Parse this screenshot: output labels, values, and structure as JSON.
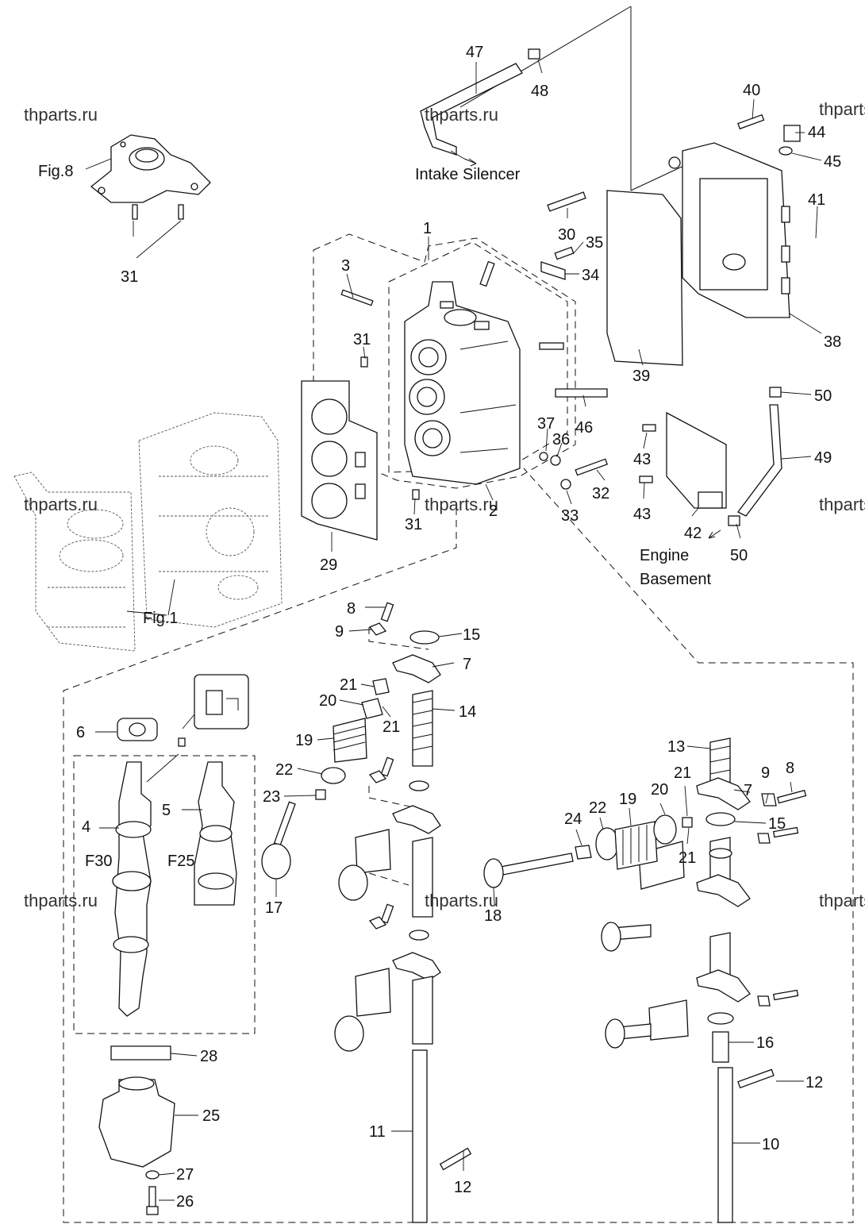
{
  "watermark": "thparts.ru",
  "figure_refs": {
    "fig8": "Fig.8",
    "fig1": "Fig.1"
  },
  "notes": {
    "intake_silencer": "Intake Silencer",
    "engine_basement_1": "Engine",
    "engine_basement_2": "Basement"
  },
  "variants": {
    "f30": "F30",
    "f25": "F25"
  },
  "callouts": [
    "1",
    "2",
    "3",
    "4",
    "5",
    "6",
    "7",
    "8",
    "9",
    "10",
    "11",
    "12",
    "13",
    "14",
    "15",
    "16",
    "17",
    "18",
    "19",
    "20",
    "21",
    "22",
    "23",
    "24",
    "25",
    "26",
    "27",
    "28",
    "29",
    "30",
    "31",
    "32",
    "33",
    "34",
    "35",
    "36",
    "37",
    "38",
    "39",
    "40",
    "41",
    "42",
    "43",
    "44",
    "45",
    "46",
    "47",
    "48",
    "49",
    "50"
  ],
  "colors": {
    "line": "#111111",
    "background": "#ffffff",
    "watermark": "#333333"
  }
}
